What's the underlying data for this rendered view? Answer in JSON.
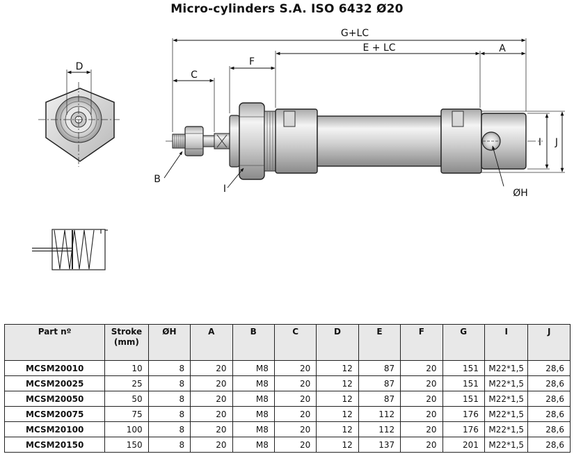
{
  "title": "Micro-cylinders S.A. ISO 6432 Ø20",
  "dimension_labels": {
    "g_lc": "G+LC",
    "e_lc": "E + LC",
    "a": "A",
    "c": "C",
    "f": "F",
    "d": "D",
    "b": "B",
    "i_nut": "I",
    "i_end": "I",
    "j": "J",
    "h": "ØH"
  },
  "table": {
    "headers": [
      "Part nº",
      "Stroke (mm)",
      "ØH",
      "A",
      "B",
      "C",
      "D",
      "E",
      "F",
      "G",
      "I",
      "J"
    ],
    "rows": [
      [
        "MCSM20010",
        "10",
        "8",
        "20",
        "M8",
        "20",
        "12",
        "87",
        "20",
        "151",
        "M22*1,5",
        "28,6"
      ],
      [
        "MCSM20025",
        "25",
        "8",
        "20",
        "M8",
        "20",
        "12",
        "87",
        "20",
        "151",
        "M22*1,5",
        "28,6"
      ],
      [
        "MCSM20050",
        "50",
        "8",
        "20",
        "M8",
        "20",
        "12",
        "87",
        "20",
        "151",
        "M22*1,5",
        "28,6"
      ],
      [
        "MCSM20075",
        "75",
        "8",
        "20",
        "M8",
        "20",
        "12",
        "112",
        "20",
        "176",
        "M22*1,5",
        "28,6"
      ],
      [
        "MCSM20100",
        "100",
        "8",
        "20",
        "M8",
        "20",
        "12",
        "112",
        "20",
        "176",
        "M22*1,5",
        "28,6"
      ],
      [
        "MCSM20150",
        "150",
        "8",
        "20",
        "M8",
        "20",
        "12",
        "137",
        "20",
        "201",
        "M22*1,5",
        "28,6"
      ]
    ]
  }
}
